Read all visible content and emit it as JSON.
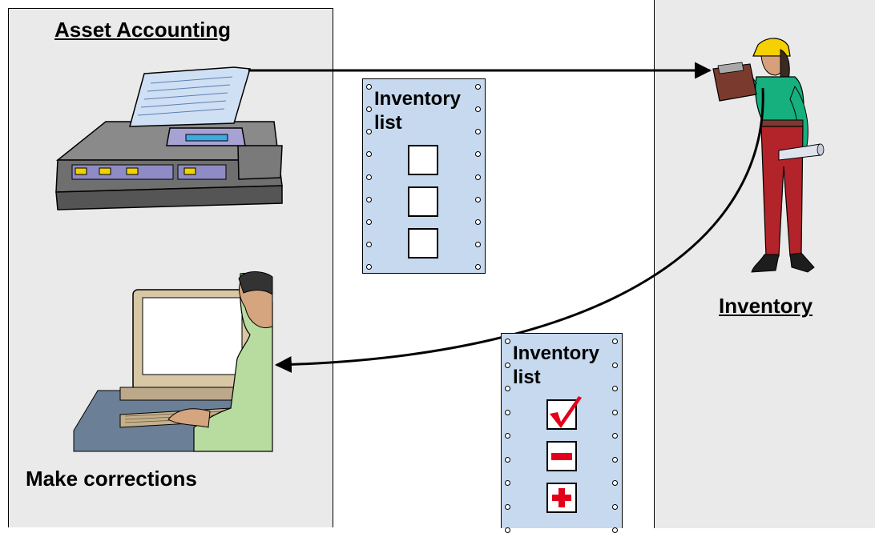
{
  "sections": {
    "left_title": "Asset Accounting",
    "right_title": "Inventory",
    "left_caption": "Make corrections"
  },
  "lists": [
    {
      "label_line1": "Inventory",
      "label_line2": "list",
      "marks": [
        "blank",
        "blank",
        "blank"
      ]
    },
    {
      "label_line1": "Inventory",
      "label_line2": "list",
      "marks": [
        "check-icon",
        "minus-icon",
        "plus-icon"
      ]
    }
  ],
  "colors": {
    "panel": "#eaeaea",
    "sheet": "#c6d9ee",
    "mark_red": "#e2001a"
  }
}
